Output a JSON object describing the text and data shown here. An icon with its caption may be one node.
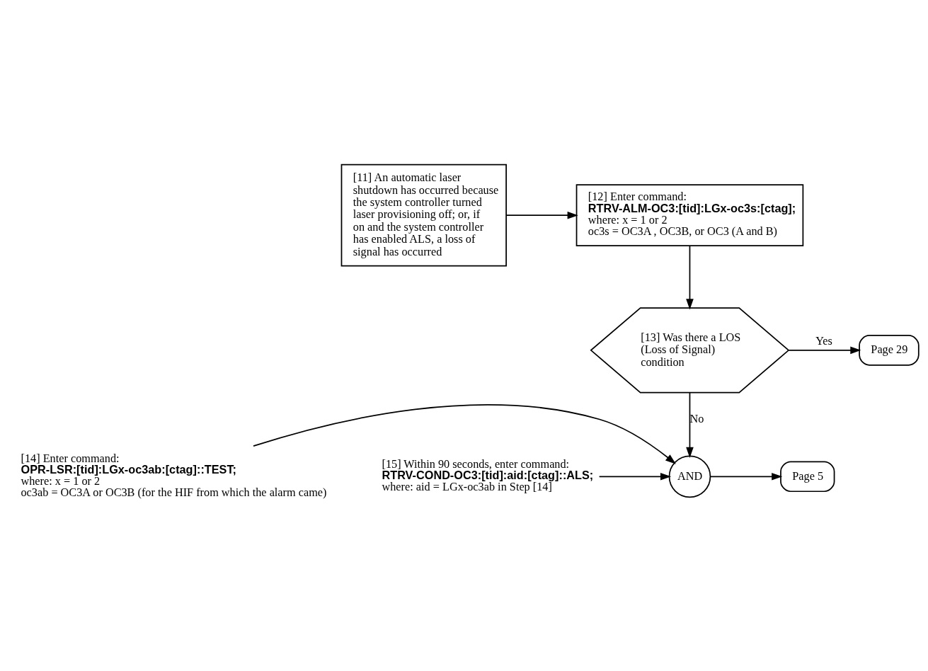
{
  "diagram": {
    "nodes": [
      {
        "text": [
          "[11] An automatic laser shutdown has occurred because the system controller turned laser provisioning off; or, if on and the system controller has enabled ALS, a loss of signal has occurred"
        ]
      },
      {
        "text": [
          "[12] Enter command:",
          "RTRV-ALM-OC3:[tid]:LGx-oc3s:[ctag];",
          "where: x = 1 or 2",
          "oc3s = OC3A , OC3B, or OC3 (A and B)"
        ]
      },
      {
        "text": [
          "[13] Was there a LOS (Loss of Signal) condition"
        ]
      },
      {
        "text": [
          "Page 29"
        ]
      },
      {
        "text": [
          "[14] Enter command:",
          "OPR-LSR:[tid]:LGx-oc3ab:[ctag]::TEST;",
          "where: x = 1 or 2",
          "oc3ab = OC3A or OC3B (for the HIF from which the alarm came)"
        ]
      },
      {
        "text": [
          "AND"
        ]
      },
      {
        "text": [
          "Page 5"
        ]
      },
      {
        "text": [
          "[15] Within 90 seconds, enter command:",
          "RTRV-COND-OC3:[tid]:aid:[ctag]::ALS;",
          "where: aid = LGx-oc3ab in Step [14]"
        ]
      }
    ],
    "edges": [
      {
        "from": 0,
        "to": 1,
        "arrow": "to"
      },
      {
        "from": 1,
        "to": 2,
        "arrow": "to"
      },
      {
        "from": 2,
        "to": 3,
        "arrow": "to",
        "label": "Yes"
      },
      {
        "from": 2,
        "to": 5,
        "arrow": "to",
        "label": "No"
      },
      {
        "from": 4,
        "to": 5,
        "arrow": "to"
      },
      {
        "from": 5,
        "to": 6,
        "arrow": "to"
      },
      {
        "from": 7,
        "to": 5,
        "arrow": "to"
      }
    ]
  }
}
